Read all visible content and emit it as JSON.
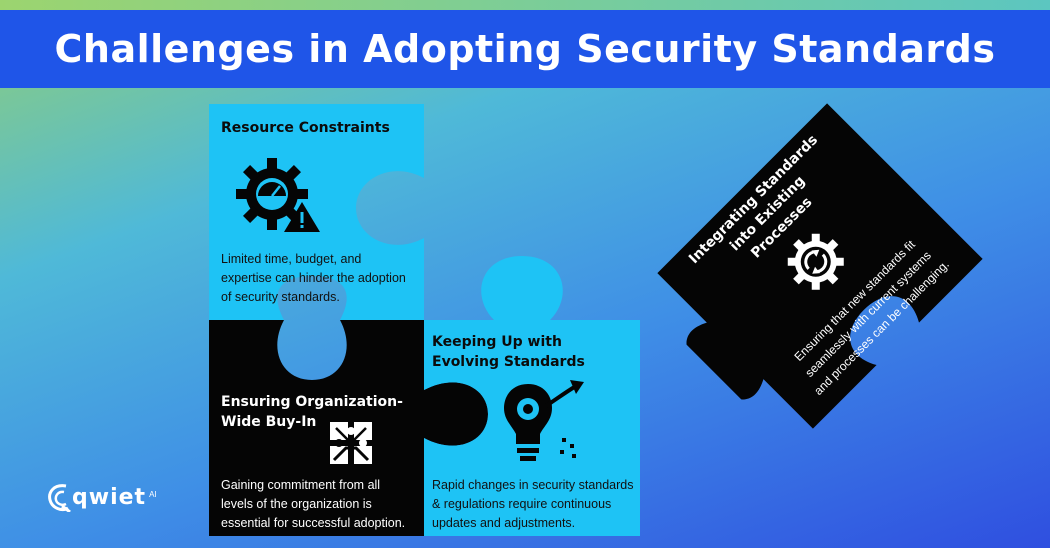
{
  "title": "Challenges in Adopting Security Standards",
  "colors": {
    "title_bar": "#1f55e8",
    "piece_cyan": "#1ec3f5",
    "piece_black": "#050505"
  },
  "pieces": [
    {
      "id": "resource",
      "heading": "Resource Constraints",
      "body": [
        "Limited time, budget, and",
        "expertise can hinder the adoption",
        "of security standards."
      ],
      "icon": "gear-gauge-warning-icon"
    },
    {
      "id": "buyin",
      "heading": [
        "Ensuring Organization-",
        "Wide Buy-In"
      ],
      "body": [
        "Gaining commitment from all",
        "levels of the organization is",
        "essential for successful adoption."
      ],
      "icon": "handshake-puzzle-icon"
    },
    {
      "id": "evolving",
      "heading": [
        "Keeping Up with",
        "Evolving Standards"
      ],
      "body": [
        "Rapid changes in security standards",
        "& regulations require continuous",
        "updates and adjustments."
      ],
      "icon": "lightbulb-gear-arrow-icon"
    },
    {
      "id": "integrating",
      "heading": [
        "Integrating Standards",
        "into Existing",
        "Processes"
      ],
      "body": [
        "Ensuring that new standards fit",
        "seamlessly with current systems",
        "and processes can be challenging."
      ],
      "icon": "gear-refresh-icon"
    }
  ],
  "logo": {
    "text": "qwiet",
    "suffix": "AI",
    "icon": "wave-logo-icon"
  }
}
